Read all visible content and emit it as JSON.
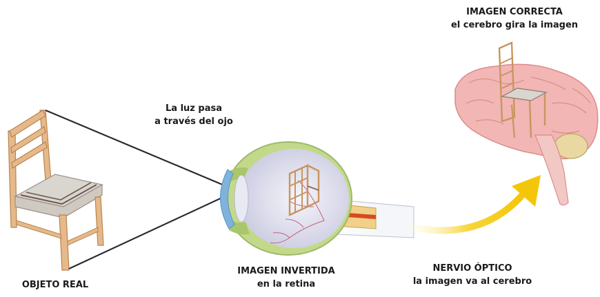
{
  "labels": {
    "correct_title": "IMAGEN CORRECTA",
    "correct_sub": "el cerebro gira la imagen",
    "light_line1": "La luz pasa",
    "light_line2": "a través del ojo",
    "object": "OBJETO REAL",
    "inverted_title": "IMAGEN INVERTIDA",
    "inverted_sub": "en la retina",
    "nerve_title": "NERVIO ÓPTICO",
    "nerve_sub": "la imagen va al cerebro"
  },
  "icons": {
    "chair": "chair-icon",
    "eye": "eye-icon",
    "brain": "brain-icon",
    "arrow": "curved-arrow-icon"
  },
  "colors": {
    "wood": "#e6b98a",
    "wood_dark": "#b98250",
    "cushion": "#d9d5cf",
    "stripe": "#6b5a4e",
    "eye_green": "#c3d98a",
    "eye_inner": "#e9e9f4",
    "cornea": "#7fb3dc",
    "brain": "#f2b6b5",
    "brain_dark": "#d98c8a",
    "arrow": "#f3c60a",
    "ray": "#2a2a33"
  }
}
